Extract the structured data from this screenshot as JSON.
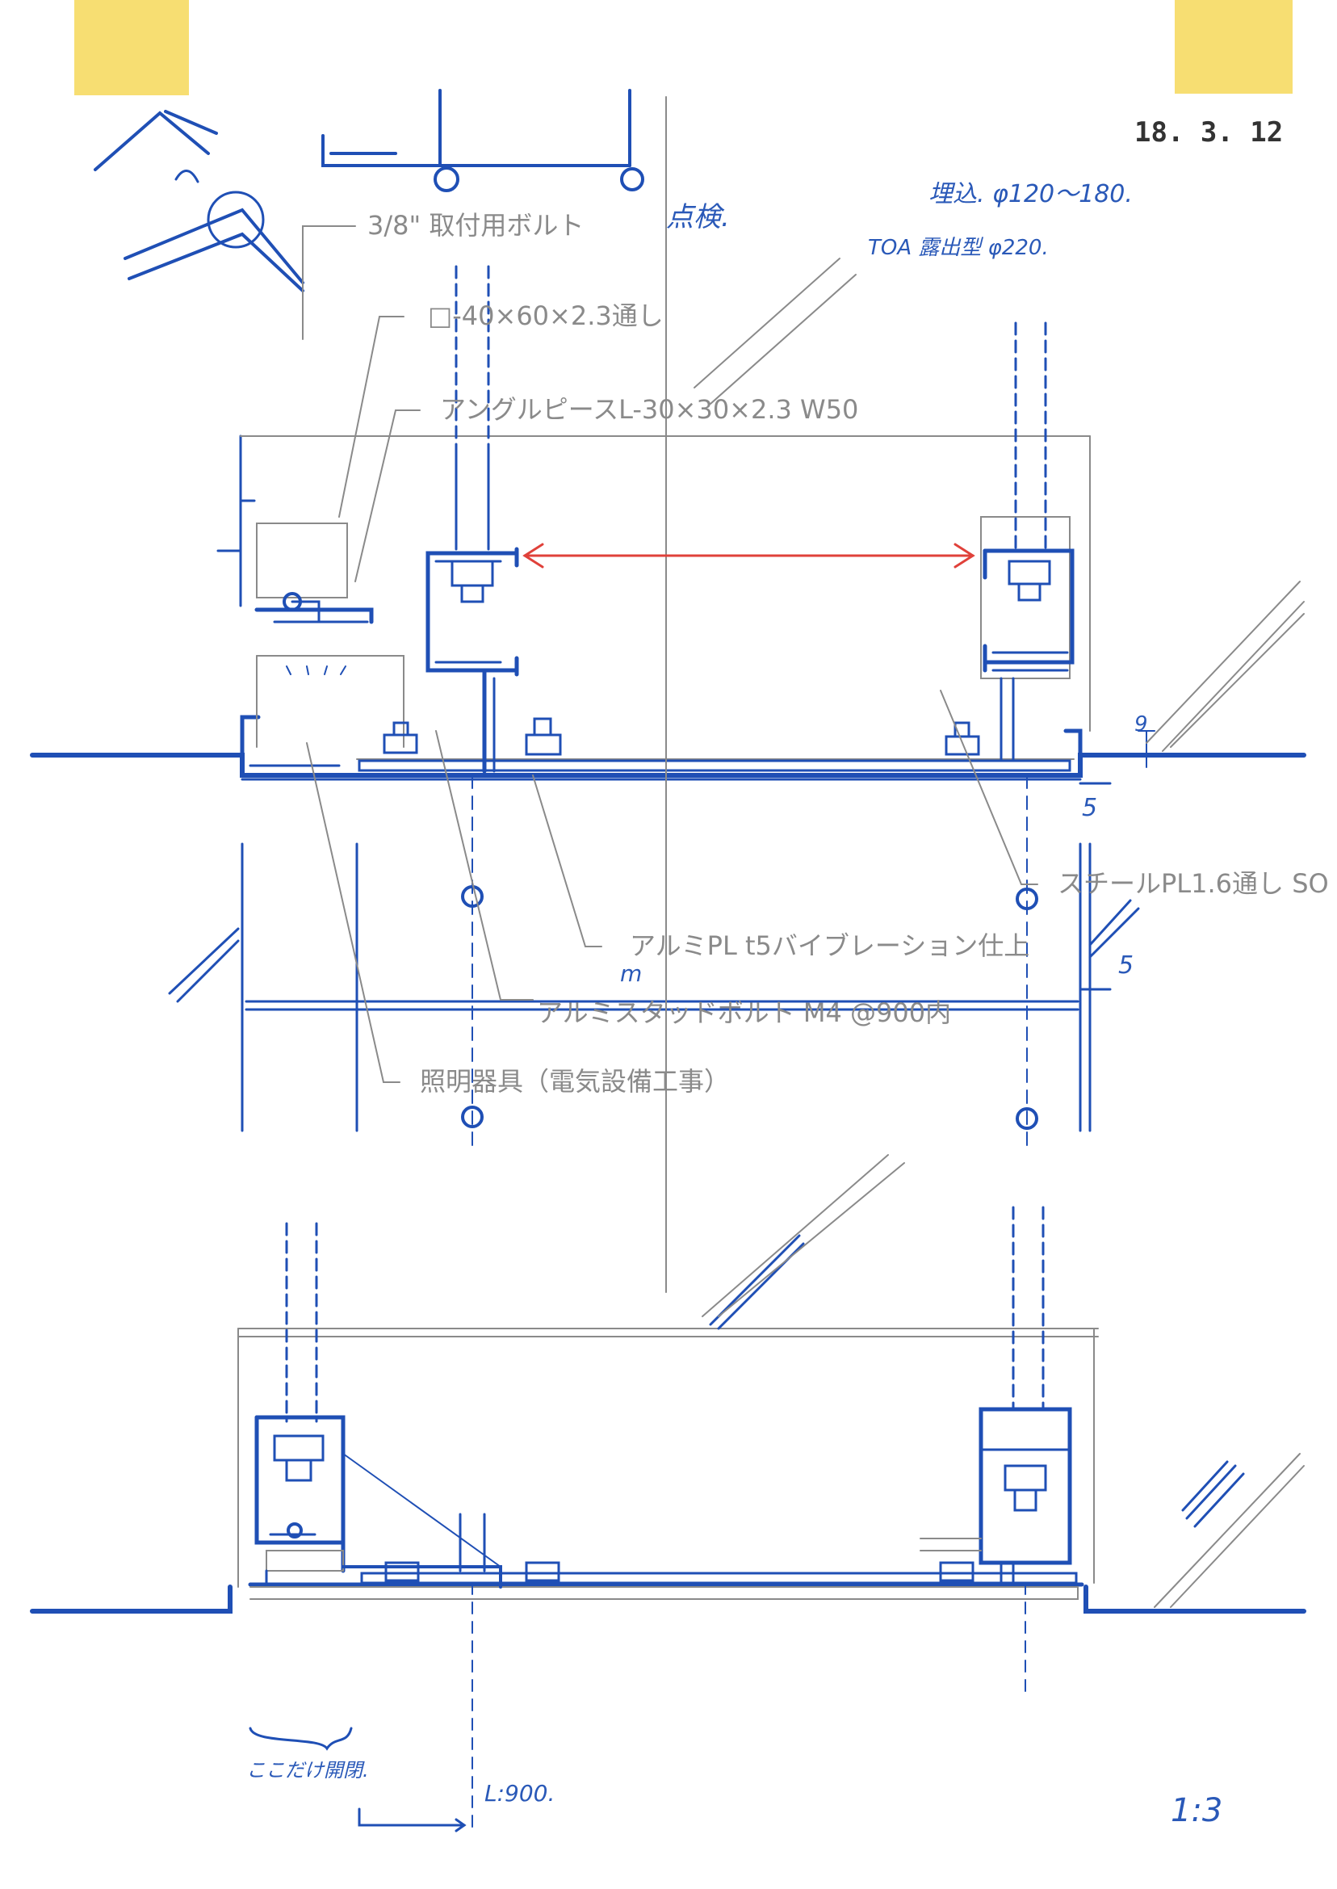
{
  "date_stamp": "18. 3. 12",
  "annotations": {
    "inspection": "点検.",
    "embed_note": "埋込. φ120～180.",
    "speaker_note": "TOA 露出型 φ220.",
    "only_here_note": "ここだけ開閉.",
    "length_note": "L:900.",
    "scale_note": "1:3"
  },
  "labels": {
    "bolt": "3/8\" 取付用ボルト",
    "square_pipe": "□-40×60×2.3通し",
    "angle_piece": "アングルピースL-30×30×2.3 W50",
    "steel_plate": "スチールPL1.6通し SO",
    "alu_plate": "アルミPL t5バイブレーション仕上",
    "stud_bolt": "アルミスタッドボルト M4 @900内",
    "light_fixture": "照明器具（電気設備工事）"
  },
  "dimensions": {
    "d_left": "5",
    "d_right": "5",
    "d_vertical": "9",
    "d_m": "m"
  },
  "colors": {
    "ink": "#1f4fb5",
    "pencil": "#8a8a8a",
    "red": "#e0413a",
    "tape": "#f7dc6a"
  }
}
